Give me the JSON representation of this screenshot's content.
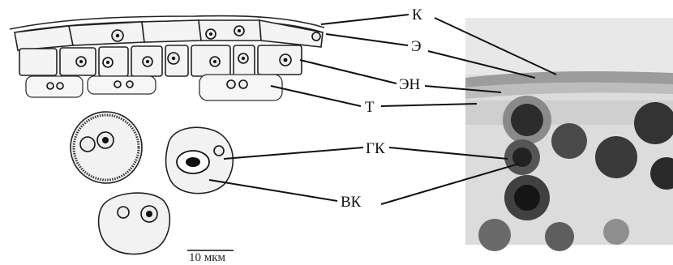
{
  "labels": {
    "k": "К",
    "e": "Э",
    "en": "ЭН",
    "t": "Т",
    "gk": "ГК",
    "vk": "ВК"
  },
  "scale_bar": {
    "text": "10 мкм"
  },
  "colors": {
    "ink": "#111111",
    "paper": "#ffffff",
    "photo_background": "#d9d9d9",
    "photo_cells": "#3c3c3c"
  }
}
